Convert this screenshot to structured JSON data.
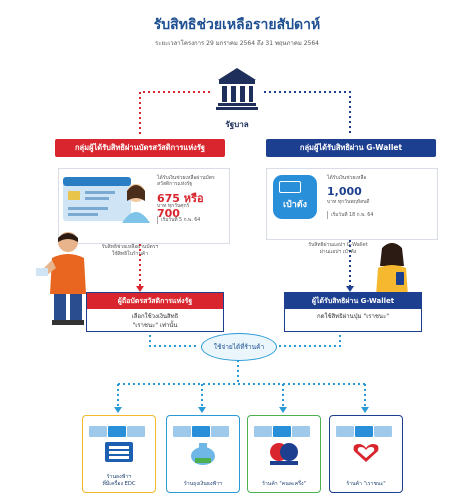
{
  "header": {
    "title": "รับสิทธิช่วยเหลือรายสัปดาห์",
    "subtitle": "ระยะเวลาโครงการ 29 มกราคม 2564 ถึง 31 พฤษภาคม 2564"
  },
  "government": {
    "label": "รัฐบาล"
  },
  "left_group": {
    "header": "กลุ่มผู้ได้รับสิทธิผ่านบัตรสวัสดิการแห่งรัฐ",
    "card_note": "ได้รับเงินช่วยเหลือผ่านบัตรสวัสดิการแห่งรัฐ",
    "amount": "675 หรือ 700",
    "unit": "บาท ทุกวันศุกร์",
    "start_note": "เริ่มวันที่ 5 ก.พ. 64",
    "transfer_note_1": "รับสิทธิช่วยเหลือผ่านบัตรฯ",
    "transfer_note_2": "ใช้สิทธิในร้านค้า",
    "box_header": "ผู้ถือบัตรสวัสดิการแห่งรัฐ",
    "box_line_1": "เลือกใช้วงเงินสิทธิ",
    "box_line_2": "\"เราชนะ\" เท่านั้น"
  },
  "right_group": {
    "header": "กลุ่มผู้ได้รับสิทธิผ่าน G-Wallet",
    "app_label": "เป๋าตัง",
    "card_note": "ได้รับเงินช่วยเหลือ",
    "amount": "1,000",
    "unit": "บาท ทุกวันพฤหัสบดี",
    "start_note": "เริ่มวันที่ 18 ก.พ. 64",
    "transfer_note_1": "รับสิทธิผ่านแอปฯ G-Wallet",
    "transfer_note_2": "ผ่านแอปฯ เป๋าตัง",
    "box_header": "ผู้ได้รับสิทธิผ่าน G-Wallet",
    "box_line_1": "กดใช้สิทธิผ่านปุ่ม \"เราชนะ\""
  },
  "center": {
    "oval_label": "ใช้จ่ายได้ที่ร้านค้า"
  },
  "shops": [
    {
      "line1": "ร้านธงฟ้าฯ",
      "line2": "ที่มีเครื่อง EDC"
    },
    {
      "line1": "ร้านถุงเงินธงฟ้าฯ",
      "line2": ""
    },
    {
      "line1": "ร้านค้า \"คนละครึ่ง\"",
      "line2": ""
    },
    {
      "line1": "ร้านค้า \"เราชนะ\"",
      "line2": ""
    }
  ],
  "colors": {
    "red": "#d9262e",
    "navy": "#1d3f8f",
    "cyan": "#2a9ad6",
    "yellow": "#f5b82e",
    "green": "#4caf50"
  },
  "icons": [
    "government-building-icon",
    "person-left-icon",
    "person-right-icon",
    "pao-tang-app-icon"
  ]
}
